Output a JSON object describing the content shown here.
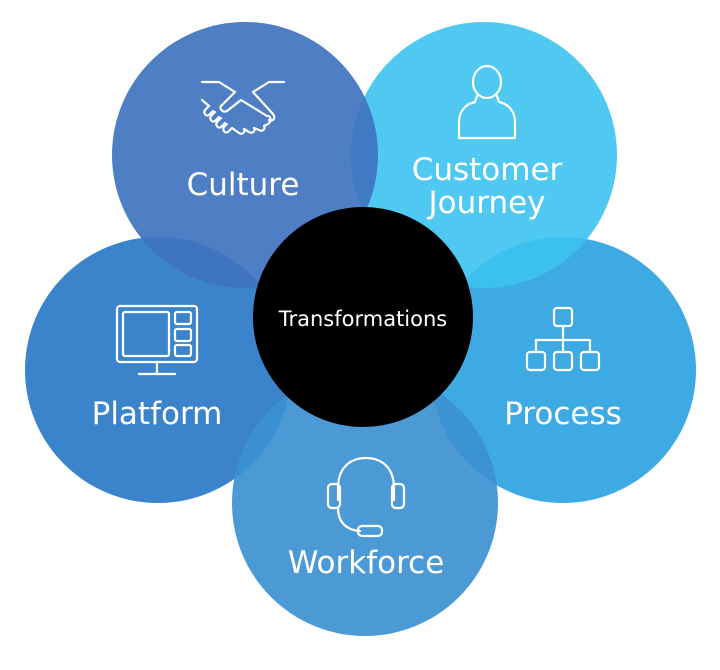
{
  "diagram": {
    "center": {
      "label": "Transformations",
      "color": "#000000"
    },
    "petals": [
      {
        "id": "culture",
        "label_lines": [
          "Culture"
        ],
        "icon": "handshake-icon",
        "color": "#3f73bf"
      },
      {
        "id": "customer-journey",
        "label_lines": [
          "Customer",
          "Journey"
        ],
        "icon": "person-icon",
        "color": "#3cc3ef"
      },
      {
        "id": "process",
        "label_lines": [
          "Process"
        ],
        "icon": "flowchart-icon",
        "color": "#2ea3e1"
      },
      {
        "id": "workforce",
        "label_lines": [
          "Workforce"
        ],
        "icon": "headset-icon",
        "color": "#3c91d3"
      },
      {
        "id": "platform",
        "label_lines": [
          "Platform"
        ],
        "icon": "monitor-icon",
        "color": "#3580c9"
      }
    ]
  }
}
